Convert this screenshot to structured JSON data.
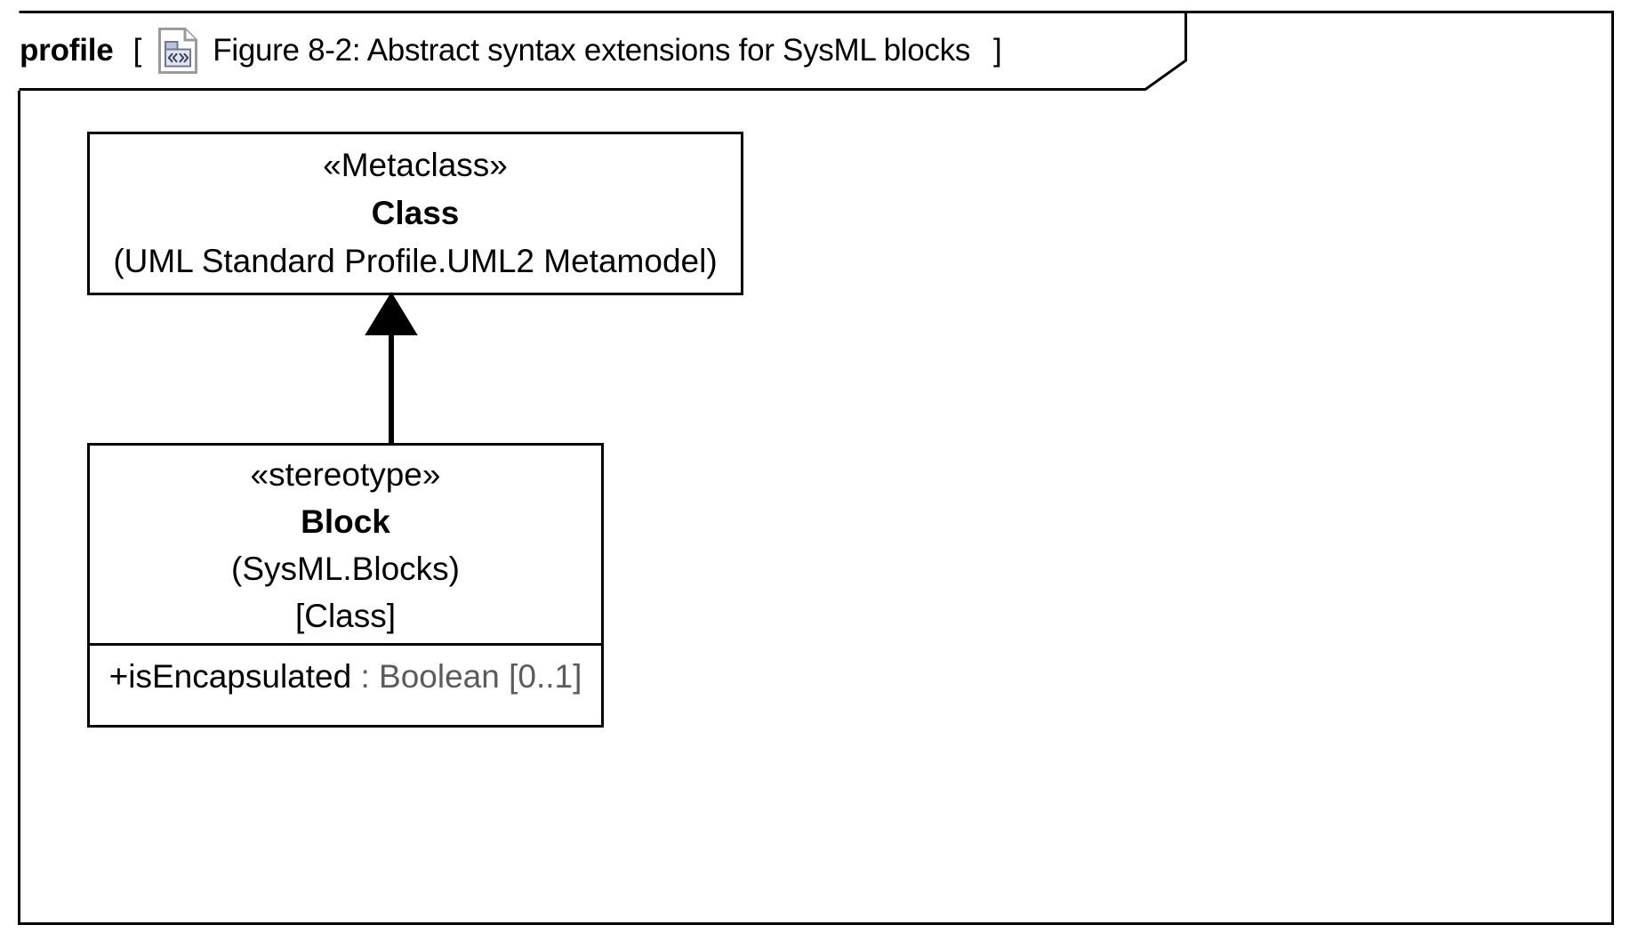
{
  "frame": {
    "kind_label": "profile",
    "bracket_open": "[",
    "bracket_close": "]",
    "title": "Figure 8-2: Abstract syntax extensions for SysML blocks",
    "icon": "profile-package-document-icon",
    "border_color": "#000000",
    "background_color": "#ffffff"
  },
  "diagram": {
    "type": "uml-profile-diagram",
    "nodes": [
      {
        "id": "metaclass-class",
        "stereotype": "«Metaclass»",
        "name": "Class",
        "qualified_name": "(UML Standard Profile.UML2 Metamodel)"
      },
      {
        "id": "stereotype-block",
        "stereotype": "«stereotype»",
        "name": "Block",
        "qualified_name": "(SysML.Blocks)",
        "base_class": "[Class]",
        "attributes": [
          {
            "visibility_and_name": "+isEncapsulated",
            "type_and_multiplicity": " : Boolean [0..1]",
            "name_color": "#000000",
            "type_color": "#5b5b5b"
          }
        ]
      }
    ],
    "relationships": [
      {
        "id": "block-extends-class",
        "kind": "generalization",
        "source": "stereotype-block",
        "target": "metaclass-class",
        "arrow": "solid-filled-triangle",
        "line_color": "#000000"
      }
    ]
  }
}
